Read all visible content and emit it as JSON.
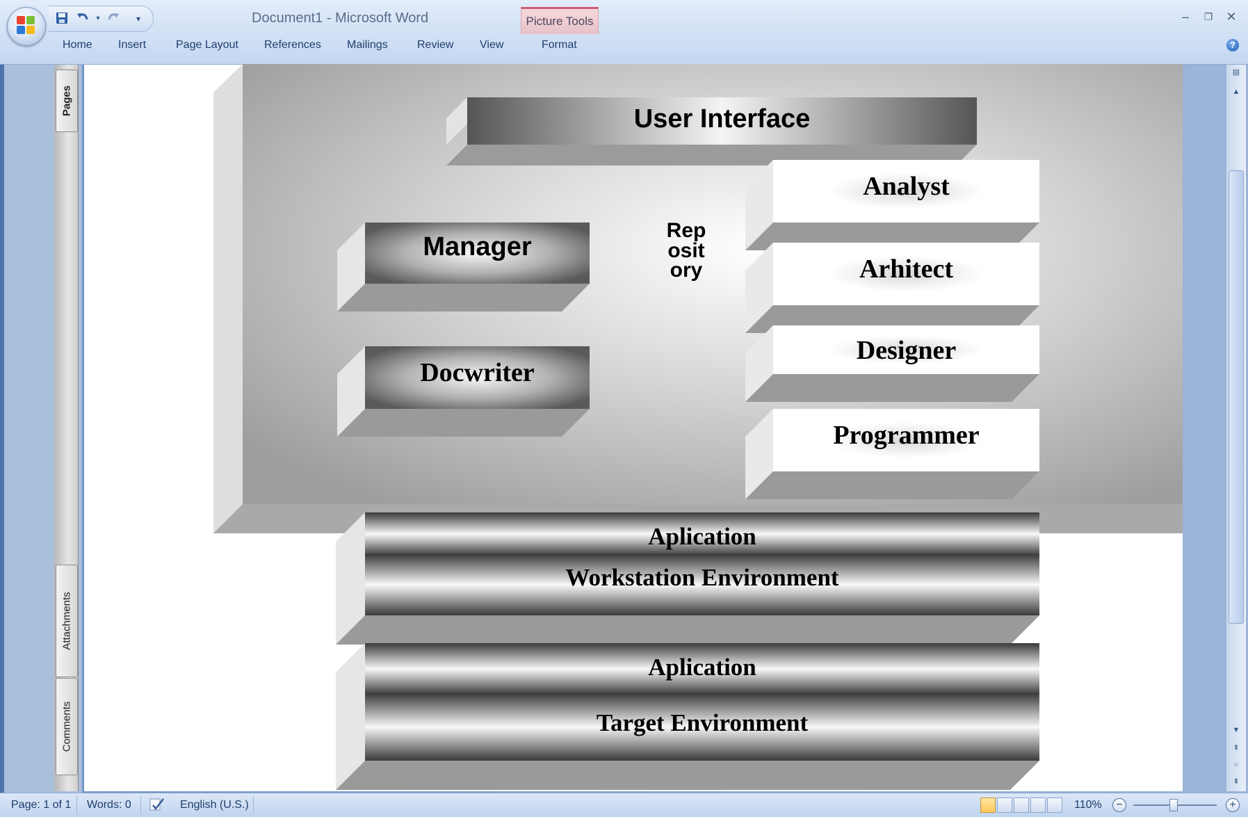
{
  "window": {
    "title": "Document1 - Microsoft Word",
    "contextual_group": "Picture Tools",
    "controls": {
      "minimize": "–",
      "restore": "❐",
      "close": "✕"
    }
  },
  "quick_access": {
    "save_icon": "save-icon",
    "undo_icon": "undo-icon",
    "redo_icon": "redo-icon",
    "customize": "▾"
  },
  "ribbon": {
    "tabs": [
      "Home",
      "Insert",
      "Page Layout",
      "References",
      "Mailings",
      "Review",
      "View",
      "Format"
    ]
  },
  "side_tabs": {
    "pages": "Pages",
    "attachments": "Attachments",
    "comments": "Comments"
  },
  "diagram": {
    "user_interface": "User Interface",
    "manager": "Manager",
    "docwriter": "Docwriter",
    "repository": "Repository",
    "roles": [
      "Analyst",
      "Arhitect",
      "Designer",
      "Programmer"
    ],
    "workstation": {
      "top": "Aplication",
      "bottom": "Workstation Environment"
    },
    "target": {
      "top": "Aplication",
      "bottom": "Target Environment"
    }
  },
  "statusbar": {
    "page": "Page: 1 of 1",
    "words": "Words: 0",
    "language": "English (U.S.)",
    "zoom": "110%",
    "zoom_out": "−",
    "zoom_in": "+"
  },
  "colors": {
    "ribbon": "#d4e2f6",
    "workspace": "#7194c6",
    "context_tab": "#cf5c73"
  }
}
